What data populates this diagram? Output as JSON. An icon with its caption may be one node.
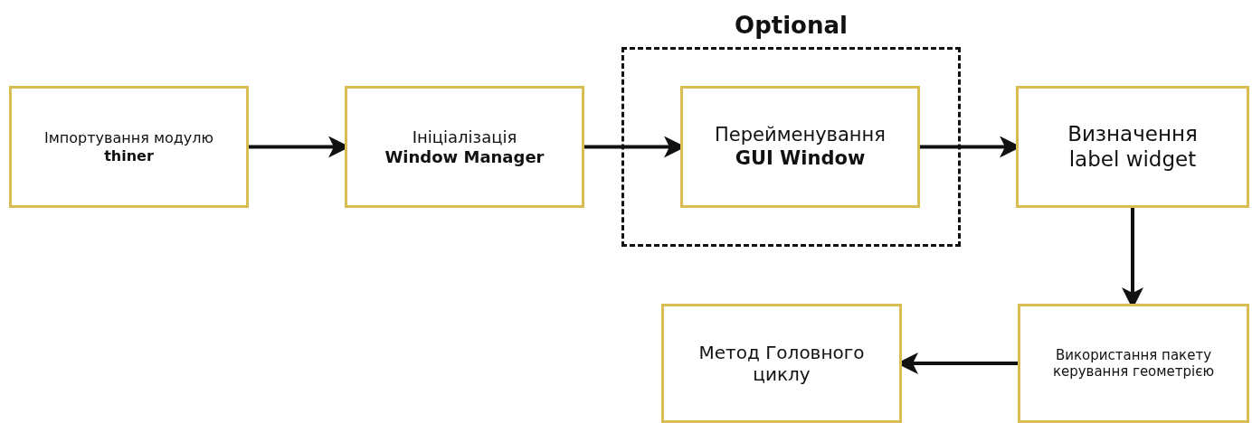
{
  "diagram": {
    "nodes": [
      {
        "text": [
          "Імпортування модулю **thiner**"
        ]
      },
      {
        "text": [
          "Ініціалізація **Window Manager**"
        ]
      },
      {
        "text": [
          "Optional"
        ]
      },
      {
        "text": [
          "Перейменування **GUI Window**"
        ],
        "in": 2
      },
      {
        "text": [
          "Визначення label widget"
        ]
      },
      {
        "text": [
          "Використання пакету керування геометрією"
        ]
      },
      {
        "text": [
          "Метод Головного циклу"
        ]
      }
    ],
    "edges": [
      {
        "from": 0,
        "to": 1,
        "arrow": "to"
      },
      {
        "from": 1,
        "to": 3,
        "arrow": "to"
      },
      {
        "from": 3,
        "to": 4,
        "arrow": "to"
      },
      {
        "from": 4,
        "to": 5,
        "arrow": "to"
      },
      {
        "from": 5,
        "to": 6,
        "arrow": "to"
      }
    ]
  }
}
